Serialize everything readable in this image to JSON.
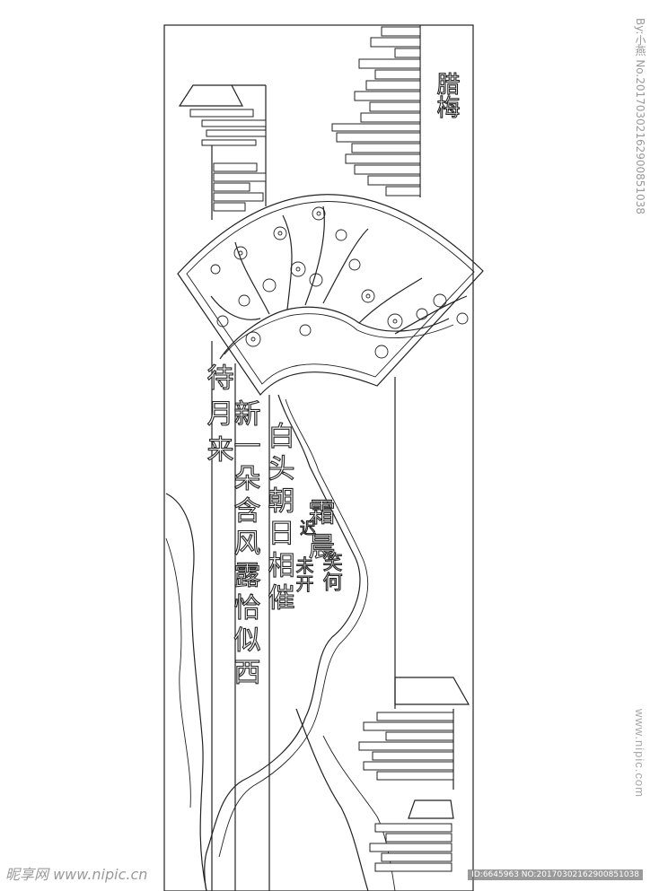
{
  "poem": {
    "col1": "霜晨",
    "col2": "白头朝日相催",
    "col3": "新一朵含风露恰似西",
    "col4": "待月来",
    "col5": "笑何",
    "col6": "未开",
    "col7": "迟",
    "seal": "腊梅"
  },
  "watermark": {
    "side_text": "By:小燕 No.20170302162900851038",
    "site_vertical": "www.nipic.com",
    "logo": "昵享网 www.nipic.cn",
    "id_line": "ID:6645963 NO:20170302162900851038"
  },
  "colors": {
    "line": "#222222",
    "background": "#ffffff"
  }
}
